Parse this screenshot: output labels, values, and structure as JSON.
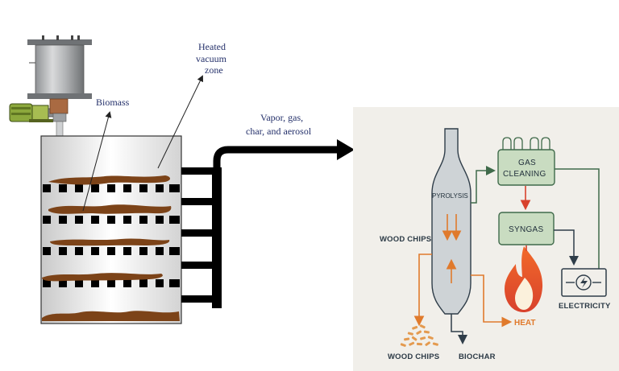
{
  "left_diagram": {
    "label_biomass": "Biomass",
    "label_heated_line1": "Heated",
    "label_heated_line2": "vacuum",
    "label_heated_line3": "zone",
    "label_output_line1": "Vapor, gas,",
    "label_output_line2": "char, and aerosol"
  },
  "right_diagram": {
    "pyrolysis": "PYROLYSIS",
    "gas_cleaning_line1": "GAS",
    "gas_cleaning_line2": "CLEANING",
    "syngas": "SYNGAS",
    "wood_chips_input": "WOOD CHIPS",
    "wood_chips_bottom": "WOOD CHIPS",
    "biochar": "BIOCHAR",
    "heat": "HEAT",
    "electricity": "ELECTRICITY"
  },
  "colors": {
    "panel_bg": "#f1efea",
    "box_fill": "#c9dcc1",
    "box_stroke": "#3f6a4a",
    "orange_flow": "#e07a2c",
    "red_flow": "#d8412c",
    "dark_line": "#2f3d49",
    "biomass_brown": "#7c4318"
  }
}
